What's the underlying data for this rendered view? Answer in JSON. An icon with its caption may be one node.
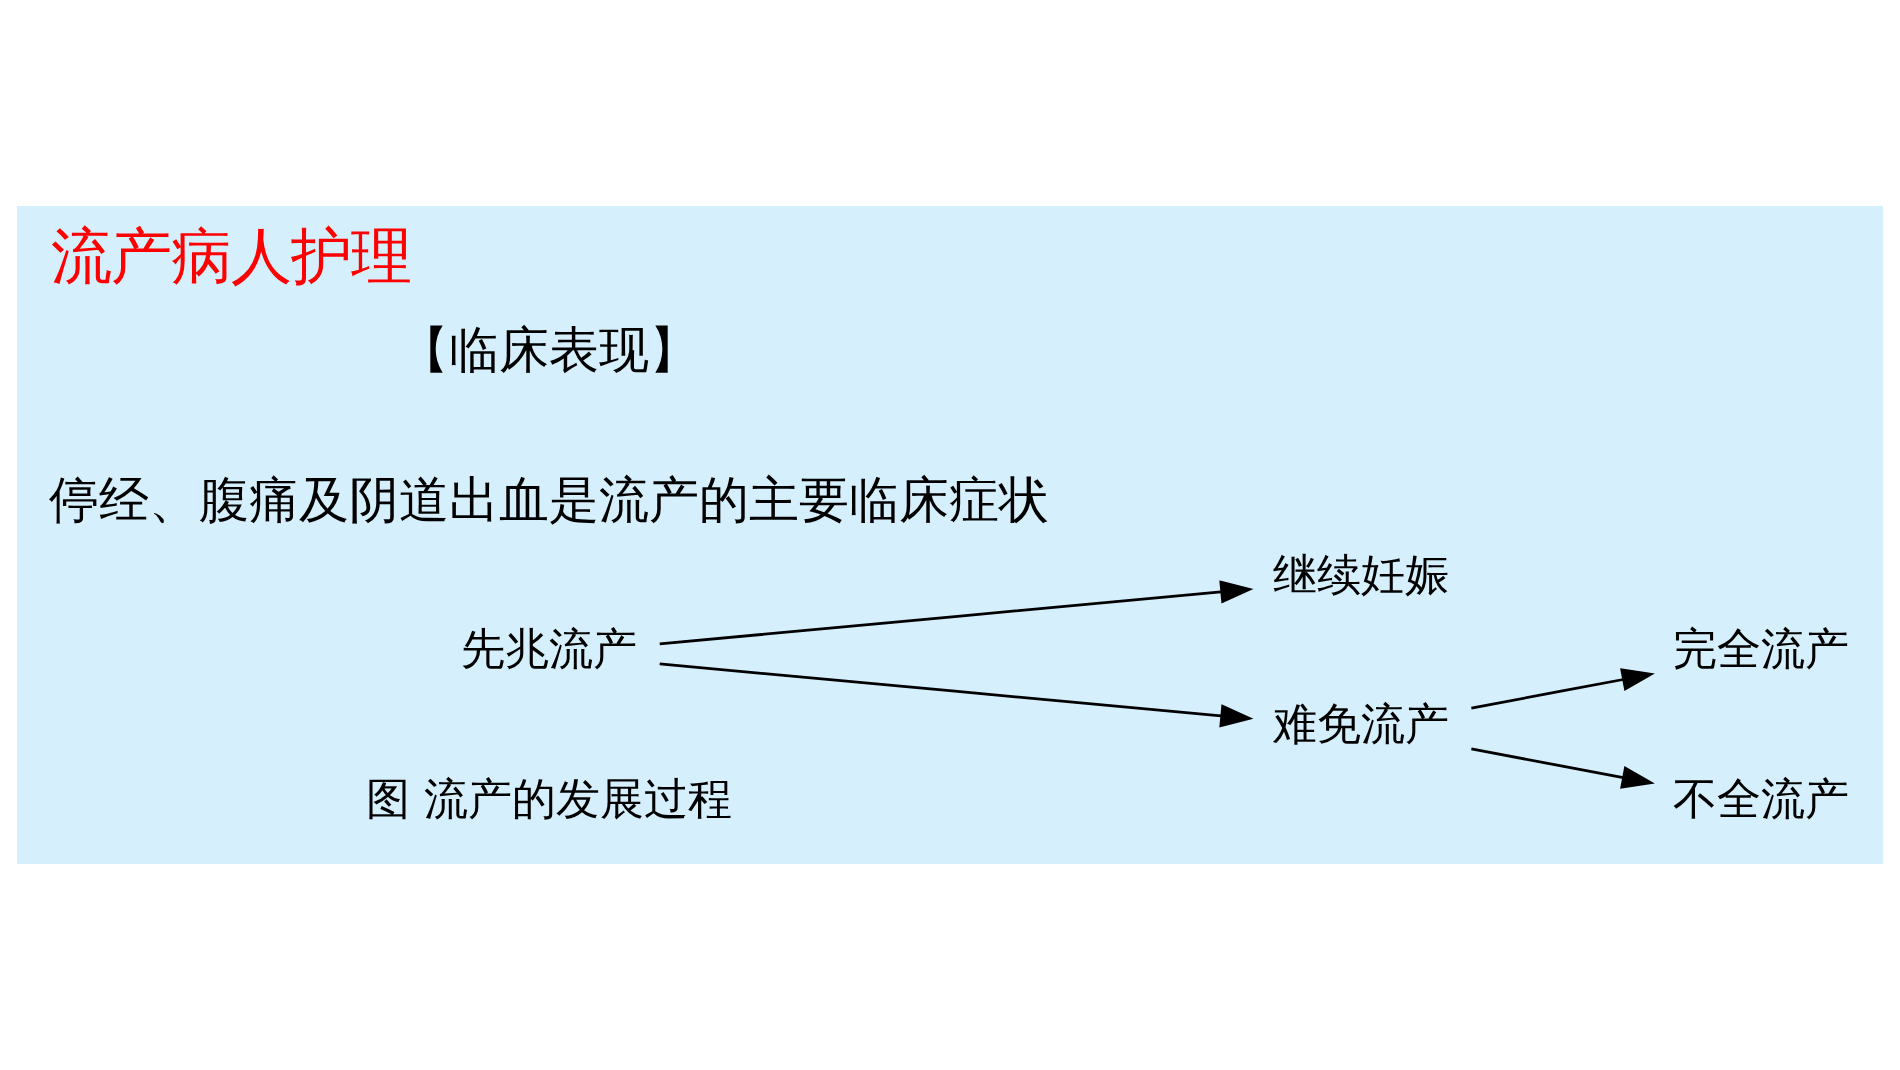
{
  "diagram": {
    "title": "流产病人护理",
    "caption": "图 流产的发展过程",
    "nodes": [
      {
        "text": [
          "先兆流产"
        ]
      },
      {
        "text": [
          "继续妊娠"
        ]
      },
      {
        "text": [
          "难免流产"
        ]
      },
      {
        "text": [
          "完全流产"
        ]
      },
      {
        "text": [
          "不全流产"
        ]
      }
    ],
    "edges": [
      {
        "from": 0,
        "to": 1,
        "arrow": "to"
      },
      {
        "from": 0,
        "to": 2,
        "arrow": "to"
      },
      {
        "from": 2,
        "to": 3,
        "arrow": "to"
      },
      {
        "from": 2,
        "to": 4,
        "arrow": "to"
      }
    ],
    "labels": [
      "【临床表现】",
      "停经、腹痛及阴道出血是流产的主要临床症状"
    ]
  }
}
